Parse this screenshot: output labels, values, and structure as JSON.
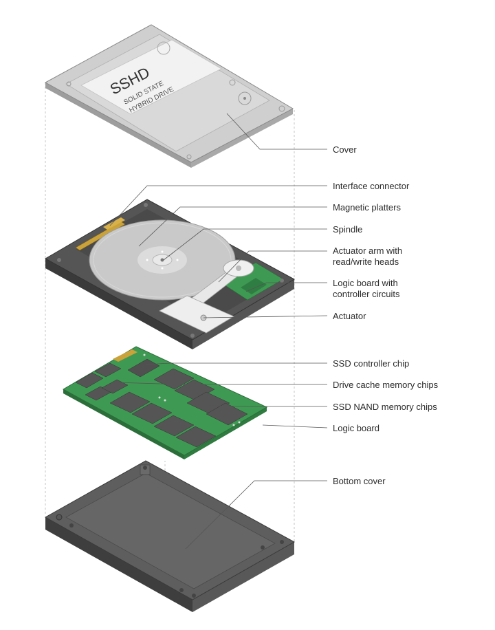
{
  "cover": {
    "title": "SSHD",
    "subtitle_line1": "SOLID STATE",
    "subtitle_line2": "HYBRID DRIVE"
  },
  "labels": {
    "cover": "Cover",
    "interface_connector": "Interface connector",
    "magnetic_platters": "Magnetic platters",
    "spindle": "Spindle",
    "actuator_arm_1": "Actuator arm with",
    "actuator_arm_2": "read/write heads",
    "logic_board_ctrl_1": "Logic board with",
    "logic_board_ctrl_2": "controller circuits",
    "actuator": "Actuator",
    "ssd_controller_chip": "SSD controller chip",
    "drive_cache_chips": "Drive cache memory chips",
    "ssd_nand_chips": "SSD NAND memory chips",
    "logic_board": "Logic board",
    "bottom_cover": "Bottom cover"
  },
  "colors": {
    "cover_fill": "#cfcfcf",
    "dark_body": "#4a4a4a",
    "platter": "#c9c9c9",
    "pcb_green": "#3e9a52",
    "chip": "#555555",
    "gold": "#c9a23a"
  }
}
